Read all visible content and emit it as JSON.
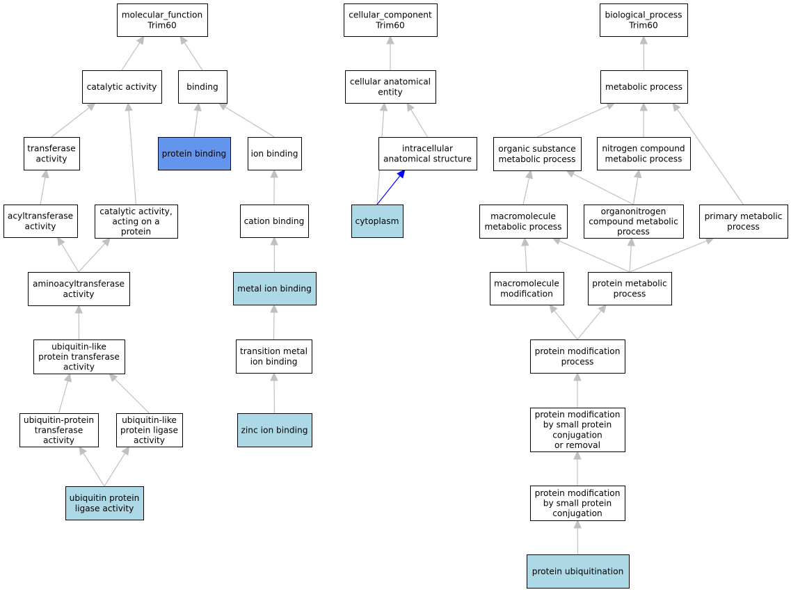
{
  "colors": {
    "default_fill": "#ffffff",
    "annotated_fill": "#add8e6",
    "highlight_fill": "#6495ed",
    "edge": "#c0c0c0",
    "highlight_edge": "#0000ff"
  },
  "nodes": [
    {
      "id": "mf",
      "lines": [
        "molecular_function",
        "Trim60"
      ],
      "style": "default"
    },
    {
      "id": "catalytic",
      "lines": [
        "catalytic activity"
      ],
      "style": "default"
    },
    {
      "id": "binding",
      "lines": [
        "binding"
      ],
      "style": "default"
    },
    {
      "id": "transferase",
      "lines": [
        "transferase",
        "activity"
      ],
      "style": "default"
    },
    {
      "id": "protein_binding",
      "lines": [
        "protein binding"
      ],
      "style": "highlight"
    },
    {
      "id": "ion_binding",
      "lines": [
        "ion binding"
      ],
      "style": "default"
    },
    {
      "id": "acyltransferase",
      "lines": [
        "acyltransferase",
        "activity"
      ],
      "style": "default"
    },
    {
      "id": "cat_protein",
      "lines": [
        "catalytic activity,",
        "acting on a",
        "protein"
      ],
      "style": "default"
    },
    {
      "id": "cation_binding",
      "lines": [
        "cation binding"
      ],
      "style": "default"
    },
    {
      "id": "aminoacyl",
      "lines": [
        "aminoacyltransferase",
        "activity"
      ],
      "style": "default"
    },
    {
      "id": "metal_ion",
      "lines": [
        "metal ion binding"
      ],
      "style": "annotated"
    },
    {
      "id": "ubl_transferase",
      "lines": [
        "ubiquitin-like",
        "protein transferase",
        "activity"
      ],
      "style": "default"
    },
    {
      "id": "transition_metal",
      "lines": [
        "transition metal",
        "ion binding"
      ],
      "style": "default"
    },
    {
      "id": "ub_prot_transferase",
      "lines": [
        "ubiquitin-protein",
        "transferase",
        "activity"
      ],
      "style": "default"
    },
    {
      "id": "ubl_ligase",
      "lines": [
        "ubiquitin-like",
        "protein ligase",
        "activity"
      ],
      "style": "default"
    },
    {
      "id": "zinc",
      "lines": [
        "zinc ion binding"
      ],
      "style": "annotated"
    },
    {
      "id": "ub_ligase",
      "lines": [
        "ubiquitin protein",
        "ligase activity"
      ],
      "style": "annotated"
    },
    {
      "id": "cc",
      "lines": [
        "cellular_component",
        "Trim60"
      ],
      "style": "default"
    },
    {
      "id": "cae",
      "lines": [
        "cellular anatomical",
        "entity"
      ],
      "style": "default"
    },
    {
      "id": "intracellular",
      "lines": [
        "intracellular",
        "anatomical structure"
      ],
      "style": "default"
    },
    {
      "id": "cytoplasm",
      "lines": [
        "cytoplasm"
      ],
      "style": "annotated"
    },
    {
      "id": "bp",
      "lines": [
        "biological_process",
        "Trim60"
      ],
      "style": "default"
    },
    {
      "id": "metabolic",
      "lines": [
        "metabolic process"
      ],
      "style": "default"
    },
    {
      "id": "organic_sub",
      "lines": [
        "organic substance",
        "metabolic process"
      ],
      "style": "default"
    },
    {
      "id": "nitrogen",
      "lines": [
        "nitrogen compound",
        "metabolic process"
      ],
      "style": "default"
    },
    {
      "id": "macromol_met",
      "lines": [
        "macromolecule",
        "metabolic process"
      ],
      "style": "default"
    },
    {
      "id": "organonitrogen",
      "lines": [
        "organonitrogen",
        "compound metabolic",
        "process"
      ],
      "style": "default"
    },
    {
      "id": "primary",
      "lines": [
        "primary metabolic",
        "process"
      ],
      "style": "default"
    },
    {
      "id": "macromol_mod",
      "lines": [
        "macromolecule",
        "modification"
      ],
      "style": "default"
    },
    {
      "id": "protein_met",
      "lines": [
        "protein metabolic",
        "process"
      ],
      "style": "default"
    },
    {
      "id": "prot_mod",
      "lines": [
        "protein modification",
        "process"
      ],
      "style": "default"
    },
    {
      "id": "prot_mod_small_rem",
      "lines": [
        "protein modification",
        "by small protein",
        "conjugation",
        "or removal"
      ],
      "style": "default"
    },
    {
      "id": "prot_mod_small",
      "lines": [
        "protein modification",
        "by small protein",
        "conjugation"
      ],
      "style": "default"
    },
    {
      "id": "ubiquitination",
      "lines": [
        "protein ubiquitination"
      ],
      "style": "annotated"
    }
  ],
  "edges": [
    {
      "from": "catalytic",
      "to": "mf",
      "style": "default"
    },
    {
      "from": "binding",
      "to": "mf",
      "style": "default"
    },
    {
      "from": "transferase",
      "to": "catalytic",
      "style": "default"
    },
    {
      "from": "cat_protein",
      "to": "catalytic",
      "style": "default"
    },
    {
      "from": "protein_binding",
      "to": "binding",
      "style": "default"
    },
    {
      "from": "ion_binding",
      "to": "binding",
      "style": "default"
    },
    {
      "from": "acyltransferase",
      "to": "transferase",
      "style": "default"
    },
    {
      "from": "aminoacyl",
      "to": "acyltransferase",
      "style": "default"
    },
    {
      "from": "aminoacyl",
      "to": "cat_protein",
      "style": "default"
    },
    {
      "from": "ubl_transferase",
      "to": "aminoacyl",
      "style": "default"
    },
    {
      "from": "ub_prot_transferase",
      "to": "ubl_transferase",
      "style": "default"
    },
    {
      "from": "ubl_ligase",
      "to": "ubl_transferase",
      "style": "default"
    },
    {
      "from": "ub_ligase",
      "to": "ub_prot_transferase",
      "style": "default"
    },
    {
      "from": "ub_ligase",
      "to": "ubl_ligase",
      "style": "default"
    },
    {
      "from": "cation_binding",
      "to": "ion_binding",
      "style": "default"
    },
    {
      "from": "metal_ion",
      "to": "cation_binding",
      "style": "default"
    },
    {
      "from": "transition_metal",
      "to": "metal_ion",
      "style": "default"
    },
    {
      "from": "zinc",
      "to": "transition_metal",
      "style": "default"
    },
    {
      "from": "cae",
      "to": "cc",
      "style": "default"
    },
    {
      "from": "intracellular",
      "to": "cae",
      "style": "default"
    },
    {
      "from": "cytoplasm",
      "to": "cae",
      "style": "default"
    },
    {
      "from": "cytoplasm",
      "to": "intracellular",
      "style": "highlight"
    },
    {
      "from": "metabolic",
      "to": "bp",
      "style": "default"
    },
    {
      "from": "organic_sub",
      "to": "metabolic",
      "style": "default"
    },
    {
      "from": "nitrogen",
      "to": "metabolic",
      "style": "default"
    },
    {
      "from": "primary",
      "to": "metabolic",
      "style": "default"
    },
    {
      "from": "macromol_met",
      "to": "organic_sub",
      "style": "default"
    },
    {
      "from": "organonitrogen",
      "to": "organic_sub",
      "style": "default"
    },
    {
      "from": "organonitrogen",
      "to": "nitrogen",
      "style": "default"
    },
    {
      "from": "macromol_mod",
      "to": "macromol_met",
      "style": "default"
    },
    {
      "from": "protein_met",
      "to": "macromol_met",
      "style": "default"
    },
    {
      "from": "protein_met",
      "to": "organonitrogen",
      "style": "default"
    },
    {
      "from": "protein_met",
      "to": "primary",
      "style": "default"
    },
    {
      "from": "prot_mod",
      "to": "macromol_mod",
      "style": "default"
    },
    {
      "from": "prot_mod",
      "to": "protein_met",
      "style": "default"
    },
    {
      "from": "prot_mod_small_rem",
      "to": "prot_mod",
      "style": "default"
    },
    {
      "from": "prot_mod_small",
      "to": "prot_mod_small_rem",
      "style": "default"
    },
    {
      "from": "ubiquitination",
      "to": "prot_mod_small",
      "style": "default"
    }
  ]
}
